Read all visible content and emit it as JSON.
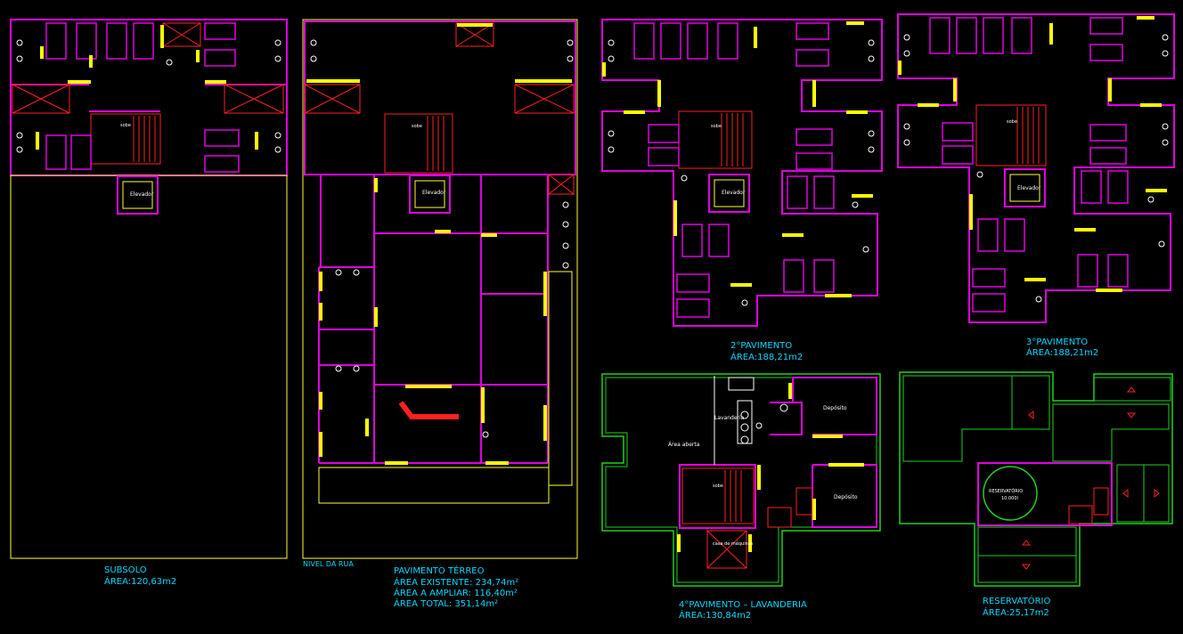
{
  "colors": {
    "background": "#000000",
    "wall": "#e000e0",
    "opening": "#ffff00",
    "fixture": "#ff2020",
    "outline_yellow": "#ffff30",
    "outline_green": "#20d020",
    "label": "#00d8ff",
    "text_white": "#ffffff"
  },
  "plans": {
    "subsolo": {
      "name": "SUBSOLO",
      "area": "ÁREA:120,63m2"
    },
    "terreo": {
      "street": "NIVEL DA RUA",
      "name": "PAVIMENTO TÉRREO",
      "area_existing": "ÁREA EXISTENTE: 234,74m²",
      "area_expand": "ÁREA A AMPLIAR: 116,40m²",
      "area_total": "ÁREA TOTAL: 351,14m²"
    },
    "pav2": {
      "name": "2°PAVIMENTO",
      "area": "ÁREA:188,21m2"
    },
    "pav3": {
      "name": "3°PAVIMENTO",
      "area": "ÁREA:188,21m2"
    },
    "pav4": {
      "name": "4°PAVIMENTO  –  LAVANDERIA",
      "area": "ÁREA:130,84m2"
    },
    "reservatorio": {
      "name": "RESERVATÓRIO",
      "area": "ÁREA:25,17m2"
    }
  },
  "room_labels": {
    "elevador": "Elevador",
    "sobe": "sobe",
    "lavanderia": "Lavanderia",
    "area_aberta": "Área aberta",
    "deposito": "Depósito",
    "casa_maquinas": "casa de máquinas",
    "reservatorio_tank": "RESERVATÓRIO",
    "tank_volume": "10.000l"
  }
}
